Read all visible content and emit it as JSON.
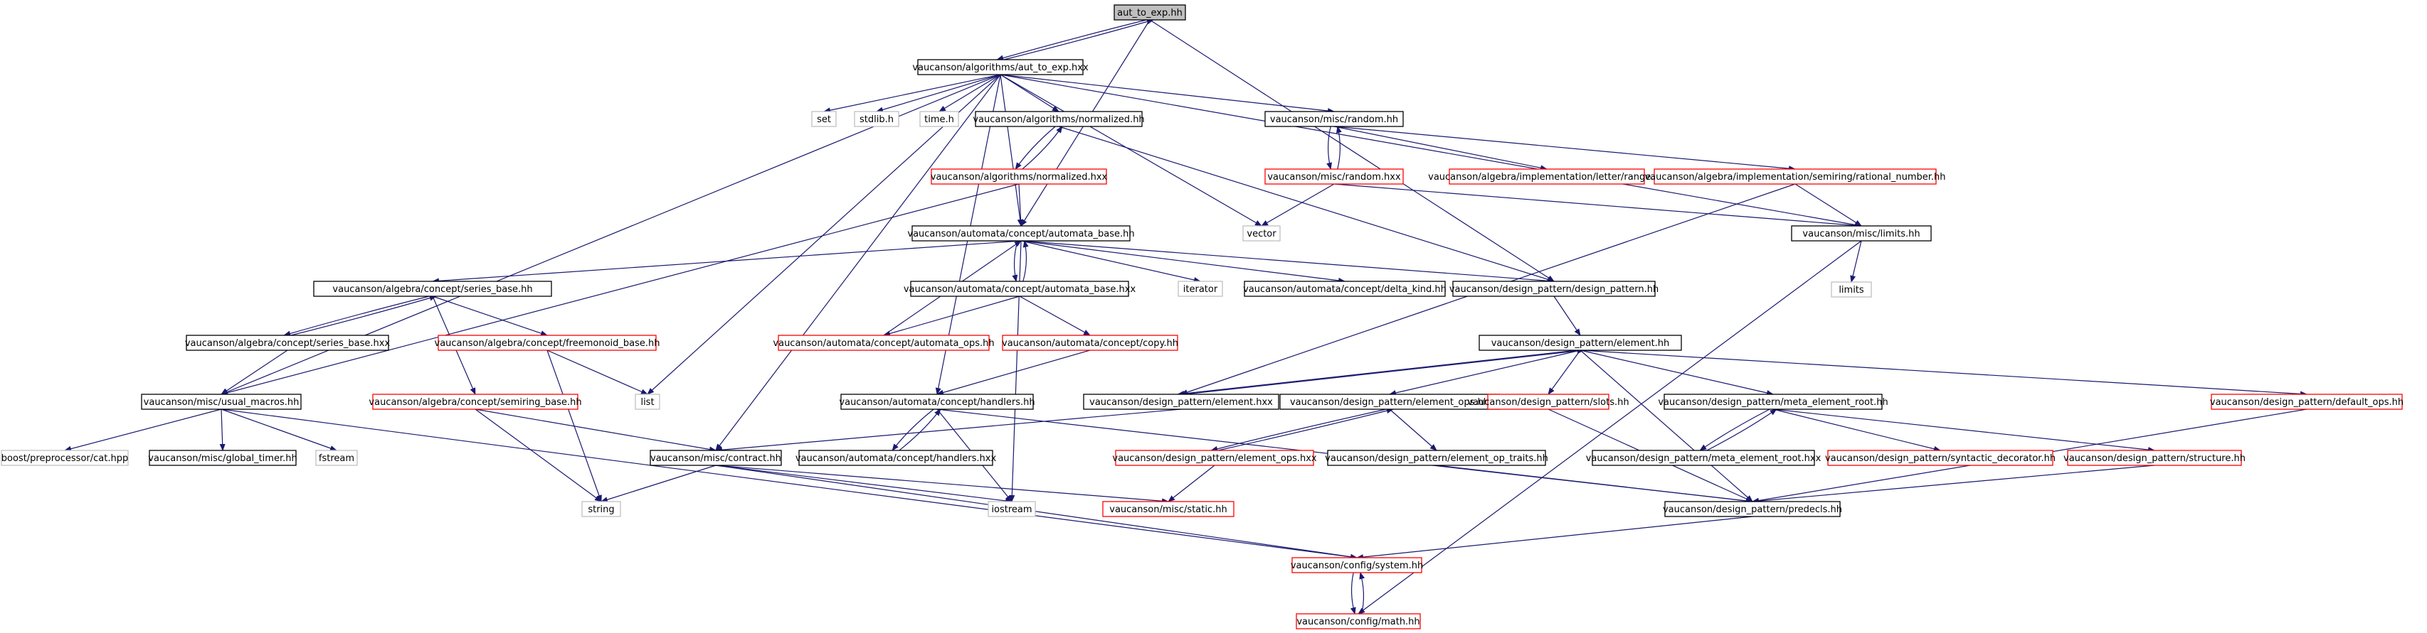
{
  "title": "",
  "colors": {
    "background": "#ffffff",
    "edge": "#191970",
    "node_border_black": "#000000",
    "node_border_red": "#ff0000",
    "node_border_gray": "#c0c0c0",
    "node_fill_root": "#bfbfbf"
  },
  "nodes": [
    {
      "id": "n0",
      "label": "aut_to_exp.hh",
      "style": "root"
    },
    {
      "id": "n1",
      "label": "vaucanson/algorithms/aut_to_exp.hxx",
      "style": "black"
    },
    {
      "id": "n2",
      "label": "set",
      "style": "gray"
    },
    {
      "id": "n3",
      "label": "stdlib.h",
      "style": "gray"
    },
    {
      "id": "n4",
      "label": "time.h",
      "style": "gray"
    },
    {
      "id": "n5",
      "label": "vaucanson/algorithms/normalized.hh",
      "style": "black"
    },
    {
      "id": "n6",
      "label": "vaucanson/misc/random.hh",
      "style": "black"
    },
    {
      "id": "n7",
      "label": "vaucanson/algorithms/normalized.hxx",
      "style": "red"
    },
    {
      "id": "n8",
      "label": "vaucanson/misc/random.hxx",
      "style": "red"
    },
    {
      "id": "n9",
      "label": "vaucanson/algebra/implementation/letter/range.hh",
      "style": "red"
    },
    {
      "id": "n10",
      "label": "vaucanson/algebra/implementation/semiring/rational_number.hh",
      "style": "red"
    },
    {
      "id": "n11",
      "label": "vector",
      "style": "gray"
    },
    {
      "id": "n12",
      "label": "vaucanson/automata/concept/automata_base.hh",
      "style": "black"
    },
    {
      "id": "n13",
      "label": "vaucanson/misc/limits.hh",
      "style": "black"
    },
    {
      "id": "n14",
      "label": "limits",
      "style": "gray"
    },
    {
      "id": "n15",
      "label": "vaucanson/algebra/concept/series_base.hh",
      "style": "black"
    },
    {
      "id": "n16",
      "label": "vaucanson/automata/concept/automata_base.hxx",
      "style": "black"
    },
    {
      "id": "n17",
      "label": "iterator",
      "style": "gray"
    },
    {
      "id": "n18",
      "label": "vaucanson/automata/concept/delta_kind.hh",
      "style": "black"
    },
    {
      "id": "n19",
      "label": "vaucanson/design_pattern/design_pattern.hh",
      "style": "black"
    },
    {
      "id": "n20",
      "label": "vaucanson/algebra/concept/series_base.hxx",
      "style": "black"
    },
    {
      "id": "n21",
      "label": "vaucanson/algebra/concept/freemonoid_base.hh",
      "style": "red"
    },
    {
      "id": "n22",
      "label": "vaucanson/automata/concept/automata_ops.hh",
      "style": "red"
    },
    {
      "id": "n23",
      "label": "vaucanson/automata/concept/copy.hh",
      "style": "red"
    },
    {
      "id": "n24",
      "label": "vaucanson/design_pattern/element.hh",
      "style": "black"
    },
    {
      "id": "n25",
      "label": "list",
      "style": "gray"
    },
    {
      "id": "n26",
      "label": "vaucanson/misc/usual_macros.hh",
      "style": "black"
    },
    {
      "id": "n27",
      "label": "vaucanson/algebra/concept/semiring_base.hh",
      "style": "red"
    },
    {
      "id": "n28",
      "label": "vaucanson/automata/concept/handlers.hh",
      "style": "black"
    },
    {
      "id": "n29",
      "label": "vaucanson/design_pattern/element.hxx",
      "style": "black"
    },
    {
      "id": "n30",
      "label": "vaucanson/design_pattern/element_ops.hh",
      "style": "black"
    },
    {
      "id": "n31",
      "label": "vaucanson/design_pattern/slots.hh",
      "style": "red"
    },
    {
      "id": "n32",
      "label": "vaucanson/design_pattern/meta_element_root.hh",
      "style": "black"
    },
    {
      "id": "n33",
      "label": "vaucanson/design_pattern/default_ops.hh",
      "style": "red"
    },
    {
      "id": "n34",
      "label": "boost/preprocessor/cat.hpp",
      "style": "gray"
    },
    {
      "id": "n35",
      "label": "vaucanson/misc/global_timer.hh",
      "style": "black"
    },
    {
      "id": "n36",
      "label": "fstream",
      "style": "gray"
    },
    {
      "id": "n37",
      "label": "vaucanson/misc/contract.hh",
      "style": "black"
    },
    {
      "id": "n38",
      "label": "vaucanson/automata/concept/handlers.hxx",
      "style": "black"
    },
    {
      "id": "n39",
      "label": "vaucanson/design_pattern/element_ops.hxx",
      "style": "red"
    },
    {
      "id": "n40",
      "label": "vaucanson/design_pattern/element_op_traits.hh",
      "style": "black"
    },
    {
      "id": "n41",
      "label": "vaucanson/design_pattern/meta_element_root.hxx",
      "style": "black"
    },
    {
      "id": "n42",
      "label": "vaucanson/design_pattern/syntactic_decorator.hh",
      "style": "red"
    },
    {
      "id": "n43",
      "label": "vaucanson/design_pattern/structure.hh",
      "style": "red"
    },
    {
      "id": "n44",
      "label": "string",
      "style": "gray"
    },
    {
      "id": "n45",
      "label": "iostream",
      "style": "gray"
    },
    {
      "id": "n46",
      "label": "vaucanson/misc/static.hh",
      "style": "red"
    },
    {
      "id": "n47",
      "label": "vaucanson/design_pattern/predecls.hh",
      "style": "black"
    },
    {
      "id": "n48",
      "label": "vaucanson/config/system.hh",
      "style": "red"
    },
    {
      "id": "n49",
      "label": "vaucanson/config/math.hh",
      "style": "red"
    }
  ],
  "edges": [
    [
      "n0",
      "n1"
    ],
    [
      "n1",
      "n0"
    ],
    [
      "n0",
      "n12"
    ],
    [
      "n0",
      "n19"
    ],
    [
      "n1",
      "n2"
    ],
    [
      "n1",
      "n3"
    ],
    [
      "n1",
      "n4"
    ],
    [
      "n1",
      "n5"
    ],
    [
      "n1",
      "n6"
    ],
    [
      "n1",
      "n11"
    ],
    [
      "n1",
      "n12"
    ],
    [
      "n1",
      "n13"
    ],
    [
      "n1",
      "n25"
    ],
    [
      "n1",
      "n26"
    ],
    [
      "n1",
      "n28"
    ],
    [
      "n1",
      "n37"
    ],
    [
      "n5",
      "n7"
    ],
    [
      "n7",
      "n5"
    ],
    [
      "n5",
      "n19"
    ],
    [
      "n7",
      "n12"
    ],
    [
      "n7",
      "n26"
    ],
    [
      "n6",
      "n8"
    ],
    [
      "n8",
      "n6"
    ],
    [
      "n6",
      "n9"
    ],
    [
      "n6",
      "n10"
    ],
    [
      "n8",
      "n11"
    ],
    [
      "n8",
      "n13"
    ],
    [
      "n10",
      "n13"
    ],
    [
      "n10",
      "n29"
    ],
    [
      "n13",
      "n14"
    ],
    [
      "n13",
      "n49"
    ],
    [
      "n12",
      "n15"
    ],
    [
      "n12",
      "n16"
    ],
    [
      "n16",
      "n12"
    ],
    [
      "n12",
      "n17"
    ],
    [
      "n12",
      "n18"
    ],
    [
      "n12",
      "n19"
    ],
    [
      "n12",
      "n45"
    ],
    [
      "n16",
      "n22"
    ],
    [
      "n16",
      "n23"
    ],
    [
      "n22",
      "n12"
    ],
    [
      "n23",
      "n28"
    ],
    [
      "n15",
      "n20"
    ],
    [
      "n20",
      "n15"
    ],
    [
      "n15",
      "n21"
    ],
    [
      "n15",
      "n27"
    ],
    [
      "n20",
      "n26"
    ],
    [
      "n21",
      "n25"
    ],
    [
      "n21",
      "n44"
    ],
    [
      "n19",
      "n24"
    ],
    [
      "n24",
      "n29"
    ],
    [
      "n29",
      "n24"
    ],
    [
      "n24",
      "n30"
    ],
    [
      "n24",
      "n31"
    ],
    [
      "n24",
      "n32"
    ],
    [
      "n24",
      "n33"
    ],
    [
      "n24",
      "n47"
    ],
    [
      "n29",
      "n37"
    ],
    [
      "n30",
      "n39"
    ],
    [
      "n39",
      "n30"
    ],
    [
      "n30",
      "n40"
    ],
    [
      "n39",
      "n46"
    ],
    [
      "n32",
      "n41"
    ],
    [
      "n41",
      "n32"
    ],
    [
      "n32",
      "n42"
    ],
    [
      "n32",
      "n43"
    ],
    [
      "n31",
      "n47"
    ],
    [
      "n33",
      "n47"
    ],
    [
      "n40",
      "n47"
    ],
    [
      "n43",
      "n47"
    ],
    [
      "n26",
      "n34"
    ],
    [
      "n26",
      "n35"
    ],
    [
      "n26",
      "n36"
    ],
    [
      "n26",
      "n48"
    ],
    [
      "n27",
      "n37"
    ],
    [
      "n27",
      "n44"
    ],
    [
      "n28",
      "n38"
    ],
    [
      "n38",
      "n28"
    ],
    [
      "n28",
      "n45"
    ],
    [
      "n28",
      "n47"
    ],
    [
      "n37",
      "n44"
    ],
    [
      "n37",
      "n45"
    ],
    [
      "n37",
      "n46"
    ],
    [
      "n37",
      "n48"
    ],
    [
      "n47",
      "n48"
    ],
    [
      "n48",
      "n49"
    ],
    [
      "n49",
      "n48"
    ]
  ]
}
